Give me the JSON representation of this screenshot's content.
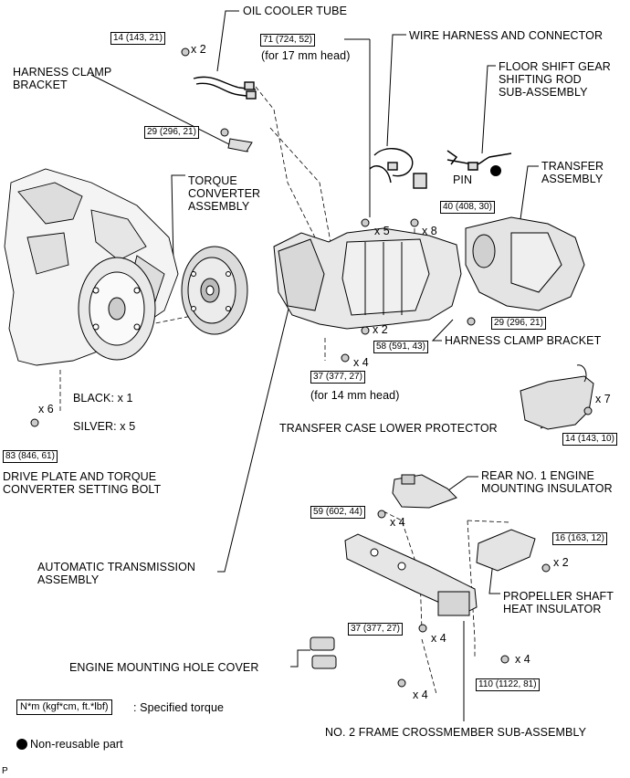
{
  "labels": {
    "oil_cooler_tube": "OIL COOLER TUBE",
    "wire_harness": "WIRE HARNESS AND CONNECTOR",
    "floor_shift": "FLOOR SHIFT GEAR\nSHIFTING ROD\nSUB-ASSEMBLY",
    "harness_clamp_bracket_top": "HARNESS CLAMP\nBRACKET",
    "for_17": "(for 17 mm head)",
    "pin": "PIN",
    "transfer_assembly": "TRANSFER\nASSEMBLY",
    "torque_converter": "TORQUE\nCONVERTER\nASSEMBLY",
    "harness_clamp_bracket": "HARNESS CLAMP BRACKET",
    "for_14": "(for 14 mm head)",
    "black": "BLACK: x 1",
    "silver": "SILVER: x 5",
    "transfer_case_lower_protector": "TRANSFER CASE LOWER PROTECTOR",
    "drive_plate": "DRIVE PLATE AND TORQUE\nCONVERTER SETTING BOLT",
    "rear_no1": "REAR NO. 1 ENGINE\nMOUNTING INSULATOR",
    "auto_trans": "AUTOMATIC TRANSMISSION\nASSEMBLY",
    "propeller": "PROPELLER SHAFT\nHEAT INSULATOR",
    "engine_mounting_hole_cover": "ENGINE MOUNTING HOLE COVER",
    "no2_frame": "NO. 2 FRAME CROSSMEMBER SUB-ASSEMBLY"
  },
  "torques": {
    "t1": "14 (143, 21)",
    "t2": "71 (724, 52)",
    "t3": "29 (296, 21)",
    "t4": "40 (408, 30)",
    "t5": "29 (296, 21)",
    "t6": "58 (591, 43)",
    "t7": "37 (377, 27)",
    "t8": "14 (143, 10)",
    "t9": "83 (846, 61)",
    "t10": "59 (602, 44)",
    "t11": "16 (163, 12)",
    "t12": "37 (377, 27)",
    "t13": "110 (1122, 81)"
  },
  "quantities": {
    "q1": "x 2",
    "q2": "x 5",
    "q3": "x 8",
    "q4": "x 2",
    "q5": "x 4",
    "q6": "x 6",
    "q7": "x 7",
    "q8": "x 4",
    "q9": "x 2",
    "q10": "x 4",
    "q11": "x 4",
    "q12": "x 4"
  },
  "legend": {
    "unit_box": "N*m (kgf*cm, ft.*lbf)",
    "unit_text": ": Specified torque",
    "non_reusable": "Non-reusable part"
  },
  "corner_mark": "P"
}
